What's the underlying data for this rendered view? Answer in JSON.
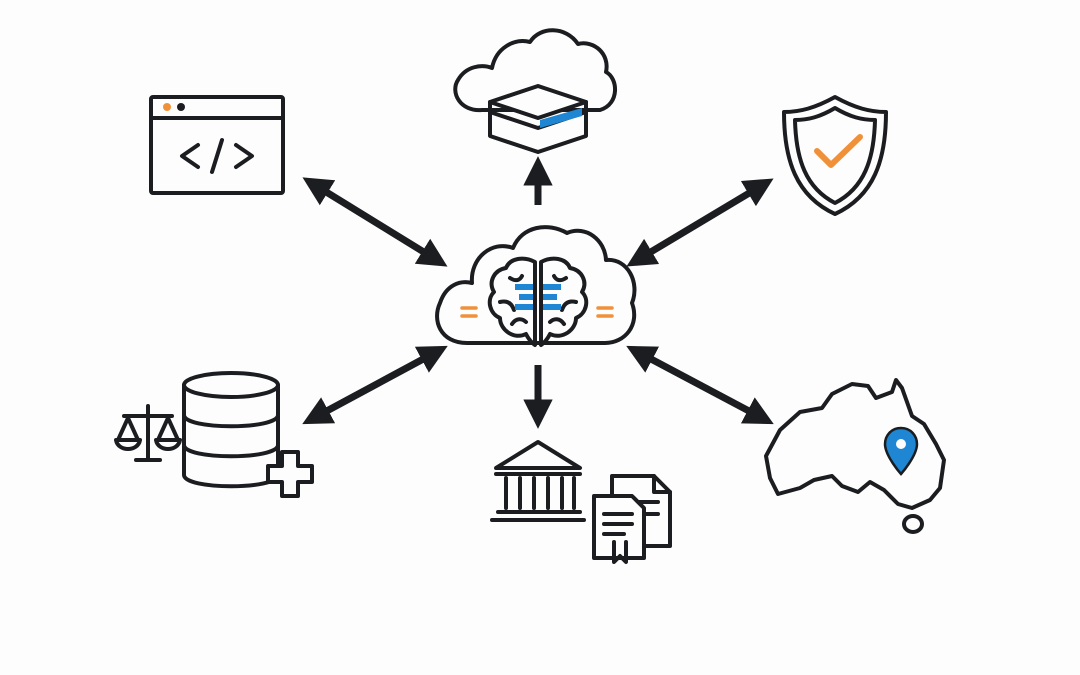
{
  "diagram": {
    "hub": {
      "name": "ai-brain-cloud"
    },
    "nodes": [
      {
        "id": "web-code",
        "icon": "code-window-icon",
        "connection": "bidirectional"
      },
      {
        "id": "cloud-storage",
        "icon": "cloud-storage-icon",
        "connection": "outgoing"
      },
      {
        "id": "security",
        "icon": "shield-check-icon",
        "connection": "bidirectional"
      },
      {
        "id": "legal-data",
        "icon": "legal-database-icon",
        "connection": "bidirectional"
      },
      {
        "id": "government-docs",
        "icon": "government-documents-icon",
        "connection": "outgoing"
      },
      {
        "id": "australia-location",
        "icon": "australia-map-pin-icon",
        "connection": "bidirectional"
      }
    ],
    "colors": {
      "ink": "#1b1d20",
      "accent_orange": "#f0913a",
      "accent_blue": "#1f86d3",
      "background": "#fdfdfd"
    }
  }
}
